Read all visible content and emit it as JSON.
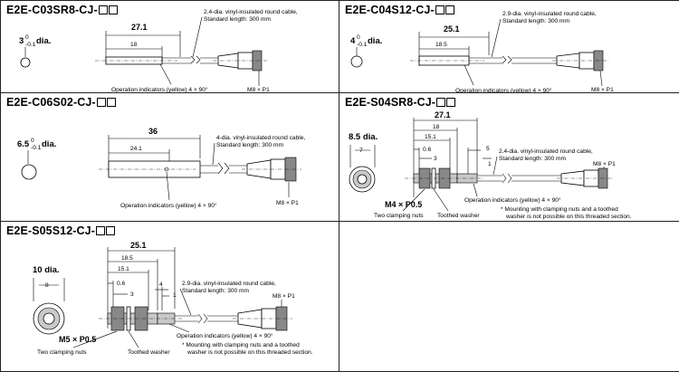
{
  "panels": {
    "p1": {
      "title": "E2E-C03SR8-CJ-",
      "dia_main": "3",
      "dia_sup": "0",
      "dia_sub": "-0.1",
      "dia_word": "dia.",
      "len_total": "27.1",
      "len_body": "18",
      "cable_line1": "2.4-dia. vinyl-insulated round cable,",
      "cable_line2": "Standard length: 300 mm",
      "indicators": "Operation indicators (yellow) 4 × 90°",
      "connector": "M8 × P1"
    },
    "p2": {
      "title": "E2E-C04S12-CJ-",
      "dia_main": "4",
      "dia_sup": "0",
      "dia_sub": "-0.1",
      "dia_word": "dia.",
      "len_total": "25.1",
      "len_body": "18.5",
      "cable_line1": "2.9-dia. vinyl-insulated round cable,",
      "cable_line2": "Standard length: 300 mm",
      "indicators": "Operation indicators (yellow) 4 × 90°",
      "connector": "M8 × P1"
    },
    "p3": {
      "title": "E2E-C06S02-CJ-",
      "dia_main": "6.5",
      "dia_sup": "0",
      "dia_sub": "-0.1",
      "dia_word": "dia.",
      "len_total": "36",
      "len_body": "24.1",
      "cable_line1": "4-dia. vinyl-insulated round cable,",
      "cable_line2": "Standard length: 300 mm",
      "indicators": "Operation indicators (yellow) 4 × 90°",
      "connector": "M8 × P1"
    },
    "p4": {
      "title": "E2E-S04SR8-CJ-",
      "dia_label": "8.5 dia.",
      "hex_width": "7",
      "len_total": "27.1",
      "d18": "18",
      "d15_1": "15.1",
      "d0_6": "0.6",
      "d3": "3",
      "d5": "5",
      "d1": "1",
      "thread": "M4 × P0.5",
      "cable_line1": "2.4-dia. vinyl-insulated round cable,",
      "cable_line2": "Standard length: 300 mm",
      "connector": "M8 × P1",
      "indicators": "Operation indicators (yellow) 4 × 90°",
      "clamping_nuts": "Two clamping nuts",
      "toothed_washer": "Toothed washer",
      "note_line1": "* Mounting with clamping nuts and a toothed",
      "note_line2": "washer is not possible on this threaded section."
    },
    "p5": {
      "title": "E2E-S05S12-CJ-",
      "dia_label": "10 dia.",
      "hex_width": "8",
      "len_total": "25.1",
      "d18_5": "18.5",
      "d15_1": "15.1",
      "d0_6": "0.6",
      "d3": "3",
      "d4": "4",
      "d1": "1",
      "thread": "M5 × P0.5",
      "cable_line1": "2.9-dia. vinyl-insulated round cable,",
      "cable_line2": "Standard length: 300 mm",
      "connector": "M8 × P1",
      "indicators": "Operation indicators (yellow) 4 × 90°",
      "clamping_nuts": "Two clamping nuts",
      "toothed_washer": "Toothed washer",
      "note_line1": "* Mounting with clamping nuts and a toothed",
      "note_line2": "washer is not possible on this threaded section."
    }
  }
}
